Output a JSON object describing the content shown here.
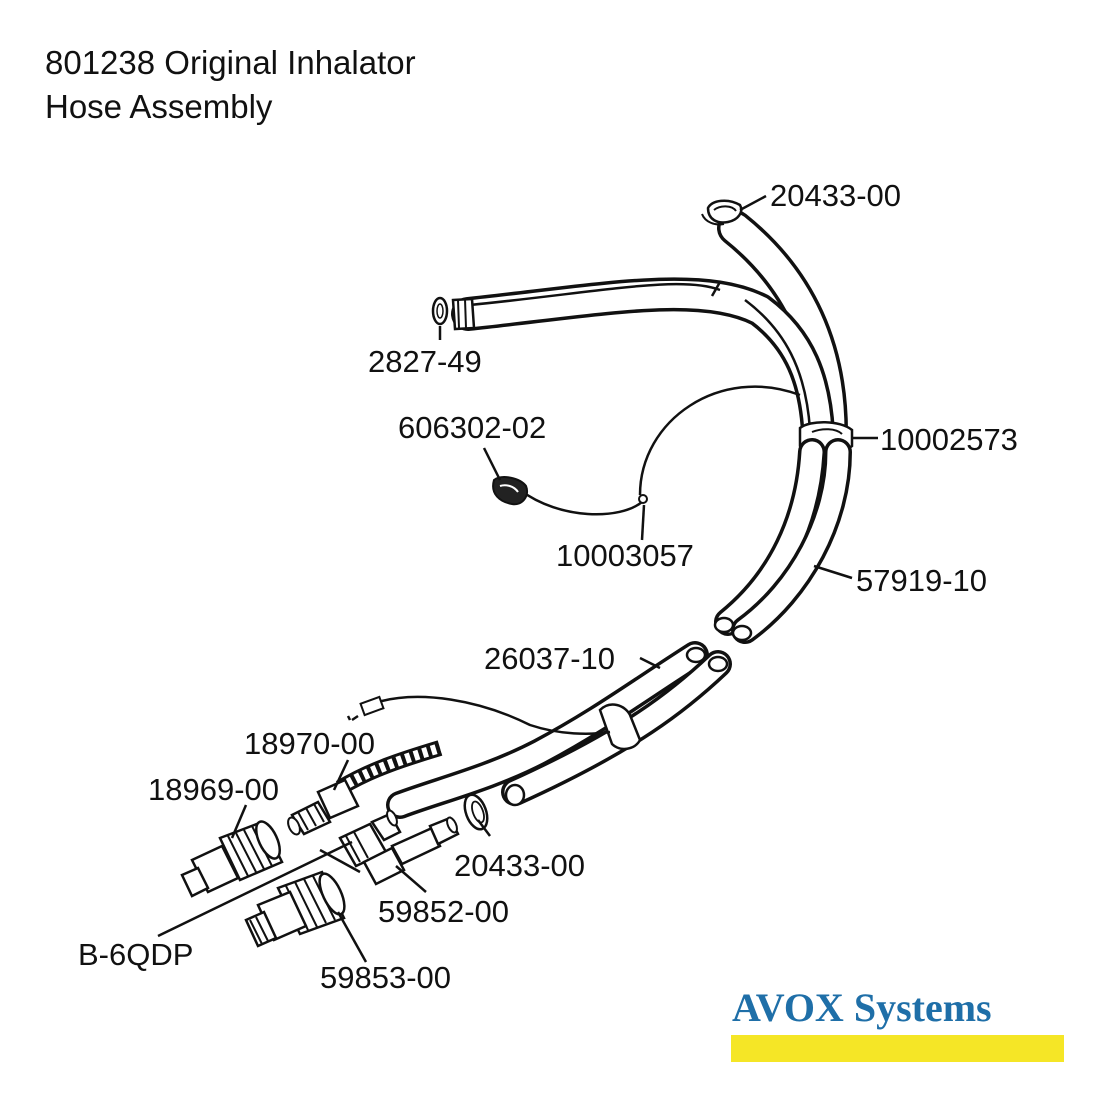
{
  "title": {
    "line1": "801238 Original Inhalator",
    "line2": "Hose Assembly"
  },
  "labels": {
    "top_clamp": "20433-00",
    "washer": "2827-49",
    "nose_clip": "606302-02",
    "wire_end": "10003057",
    "junction": "10002573",
    "lower_hose": "57919-10",
    "dual_hose": "26037-10",
    "coupler_plug": "18970-00",
    "coupler_socket": "18969-00",
    "lower_clamp": "20433-00",
    "adapter": "59852-00",
    "qd_plug": "B-6QDP",
    "fitting": "59853-00"
  },
  "brand": {
    "name": "AVOX Systems",
    "text_color": "#1f6fa8",
    "bar_color": "#f5e626"
  }
}
